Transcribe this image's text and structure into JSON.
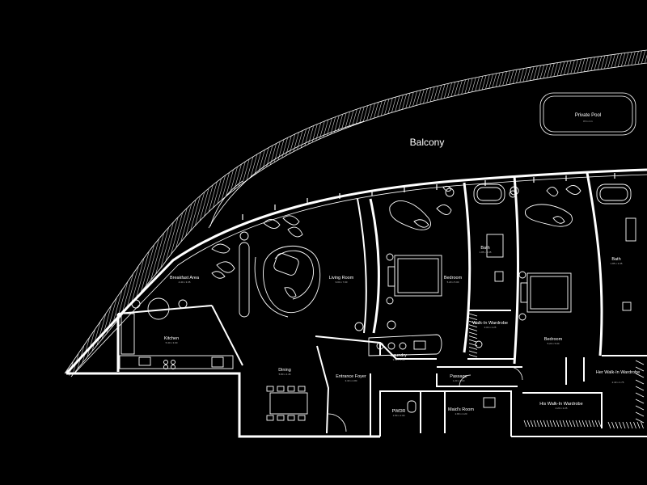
{
  "plan": {
    "balcony": {
      "name": "Balcony"
    },
    "pool": {
      "name": "Private Pool",
      "dims": "8.6 x 4.1"
    },
    "rooms": [
      {
        "key": "breakfast",
        "name": "Breakfast Area",
        "dims": "4.40 x 3.35"
      },
      {
        "key": "kitchen",
        "name": "Kitchen",
        "dims": "5.40 x 3.00"
      },
      {
        "key": "living",
        "name": "Living Room",
        "dims": "9.00 x 7.00"
      },
      {
        "key": "dining",
        "name": "Dining",
        "dims": "5.80 x 4.45"
      },
      {
        "key": "bedroom1",
        "name": "Bedroom",
        "dims": "5.20 x 5.00"
      },
      {
        "key": "bath1",
        "name": "Bath",
        "dims": "1.85 x 3.35"
      },
      {
        "key": "walkin1",
        "name": "Walk-In Wardrobe",
        "dims": "3.00 x 2.25"
      },
      {
        "key": "laundry",
        "name": "Laundry",
        "dims": "3.40 x 1.60"
      },
      {
        "key": "foyer",
        "name": "Entrance Foyer",
        "dims": "3.30 x 4.80"
      },
      {
        "key": "passage",
        "name": "Passage",
        "dims": "1.20 x 8.00"
      },
      {
        "key": "pwdr",
        "name": "PWDR",
        "dims": "1.50 x 2.00"
      },
      {
        "key": "maids",
        "name": "Maid's Room",
        "dims": "2.80 x 2.20"
      },
      {
        "key": "bedroom2",
        "name": "Bedroom",
        "dims": "5.20 x 5.00"
      },
      {
        "key": "bath2",
        "name": "Bath",
        "dims": "1.85 x 3.35"
      },
      {
        "key": "his",
        "name": "His Walk-In Wardrobe",
        "dims": "4.20 x 2.25"
      },
      {
        "key": "her",
        "name": "Her Walk-In Wardrobe",
        "dims": "2.40 x 4.75"
      }
    ]
  }
}
